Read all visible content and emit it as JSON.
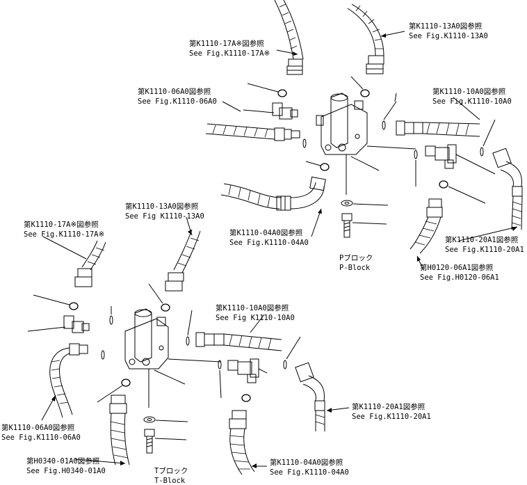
{
  "callouts": [
    {
      "id": "k1110_17a_top",
      "jp": "第K1110-17A※図参照",
      "en": "See Fig.K1110-17A※"
    },
    {
      "id": "k1110_13a_top",
      "jp": "第K1110-13A0図参照",
      "en": "See Fig.K1110-13A0"
    },
    {
      "id": "k1110_06a_top",
      "jp": "第K1110-06A0図参照",
      "en": "See Fig.K1110-06A0"
    },
    {
      "id": "k1110_10a_top",
      "jp": "第K1110-10A0図参照",
      "en": "See Fig.K1110-10A0"
    },
    {
      "id": "k1110_13a_mid",
      "jp": "第K1110-13A0図参照",
      "en": "See Fig K1110-13A0"
    },
    {
      "id": "k1110_17a_mid",
      "jp": "第K1110-17A※図参照",
      "en": "See Fig.K1110-17A※"
    },
    {
      "id": "k1110_04a_top",
      "jp": "第K1110-04A0図参照",
      "en": "See Fig.K1110-04A0"
    },
    {
      "id": "k1110_20a_top",
      "jp": "第K1110-20A1図参照",
      "en": "See Fig.K1110-20A1"
    },
    {
      "id": "h0120_06a",
      "jp": "第H0120-06A1図参照",
      "en": "See Fig.H0120-06A1"
    },
    {
      "id": "k1110_10a_mid",
      "jp": "第K1110-10A0図参照",
      "en": "See Fig K1110-10A0"
    },
    {
      "id": "k1110_20a_bot",
      "jp": "第K1110-20A1図参照",
      "en": "See Fig.K1110-20A1"
    },
    {
      "id": "k1110_06a_bot",
      "jp": "第K1110-06A0図参照",
      "en": "See Fig.K1110-06A0"
    },
    {
      "id": "h0340_01a",
      "jp": "第H0340-01A0図参照",
      "en": "See Fig.H0340-01A0"
    },
    {
      "id": "k1110_04a_bot",
      "jp": "第K1110-04A0図参照",
      "en": "See Fig.K1110-04A0"
    }
  ],
  "blocks": {
    "p_block": {
      "jp": "Pブロック",
      "en": "P-Block"
    },
    "t_block": {
      "jp": "Tブロック",
      "en": "T-Block"
    }
  }
}
